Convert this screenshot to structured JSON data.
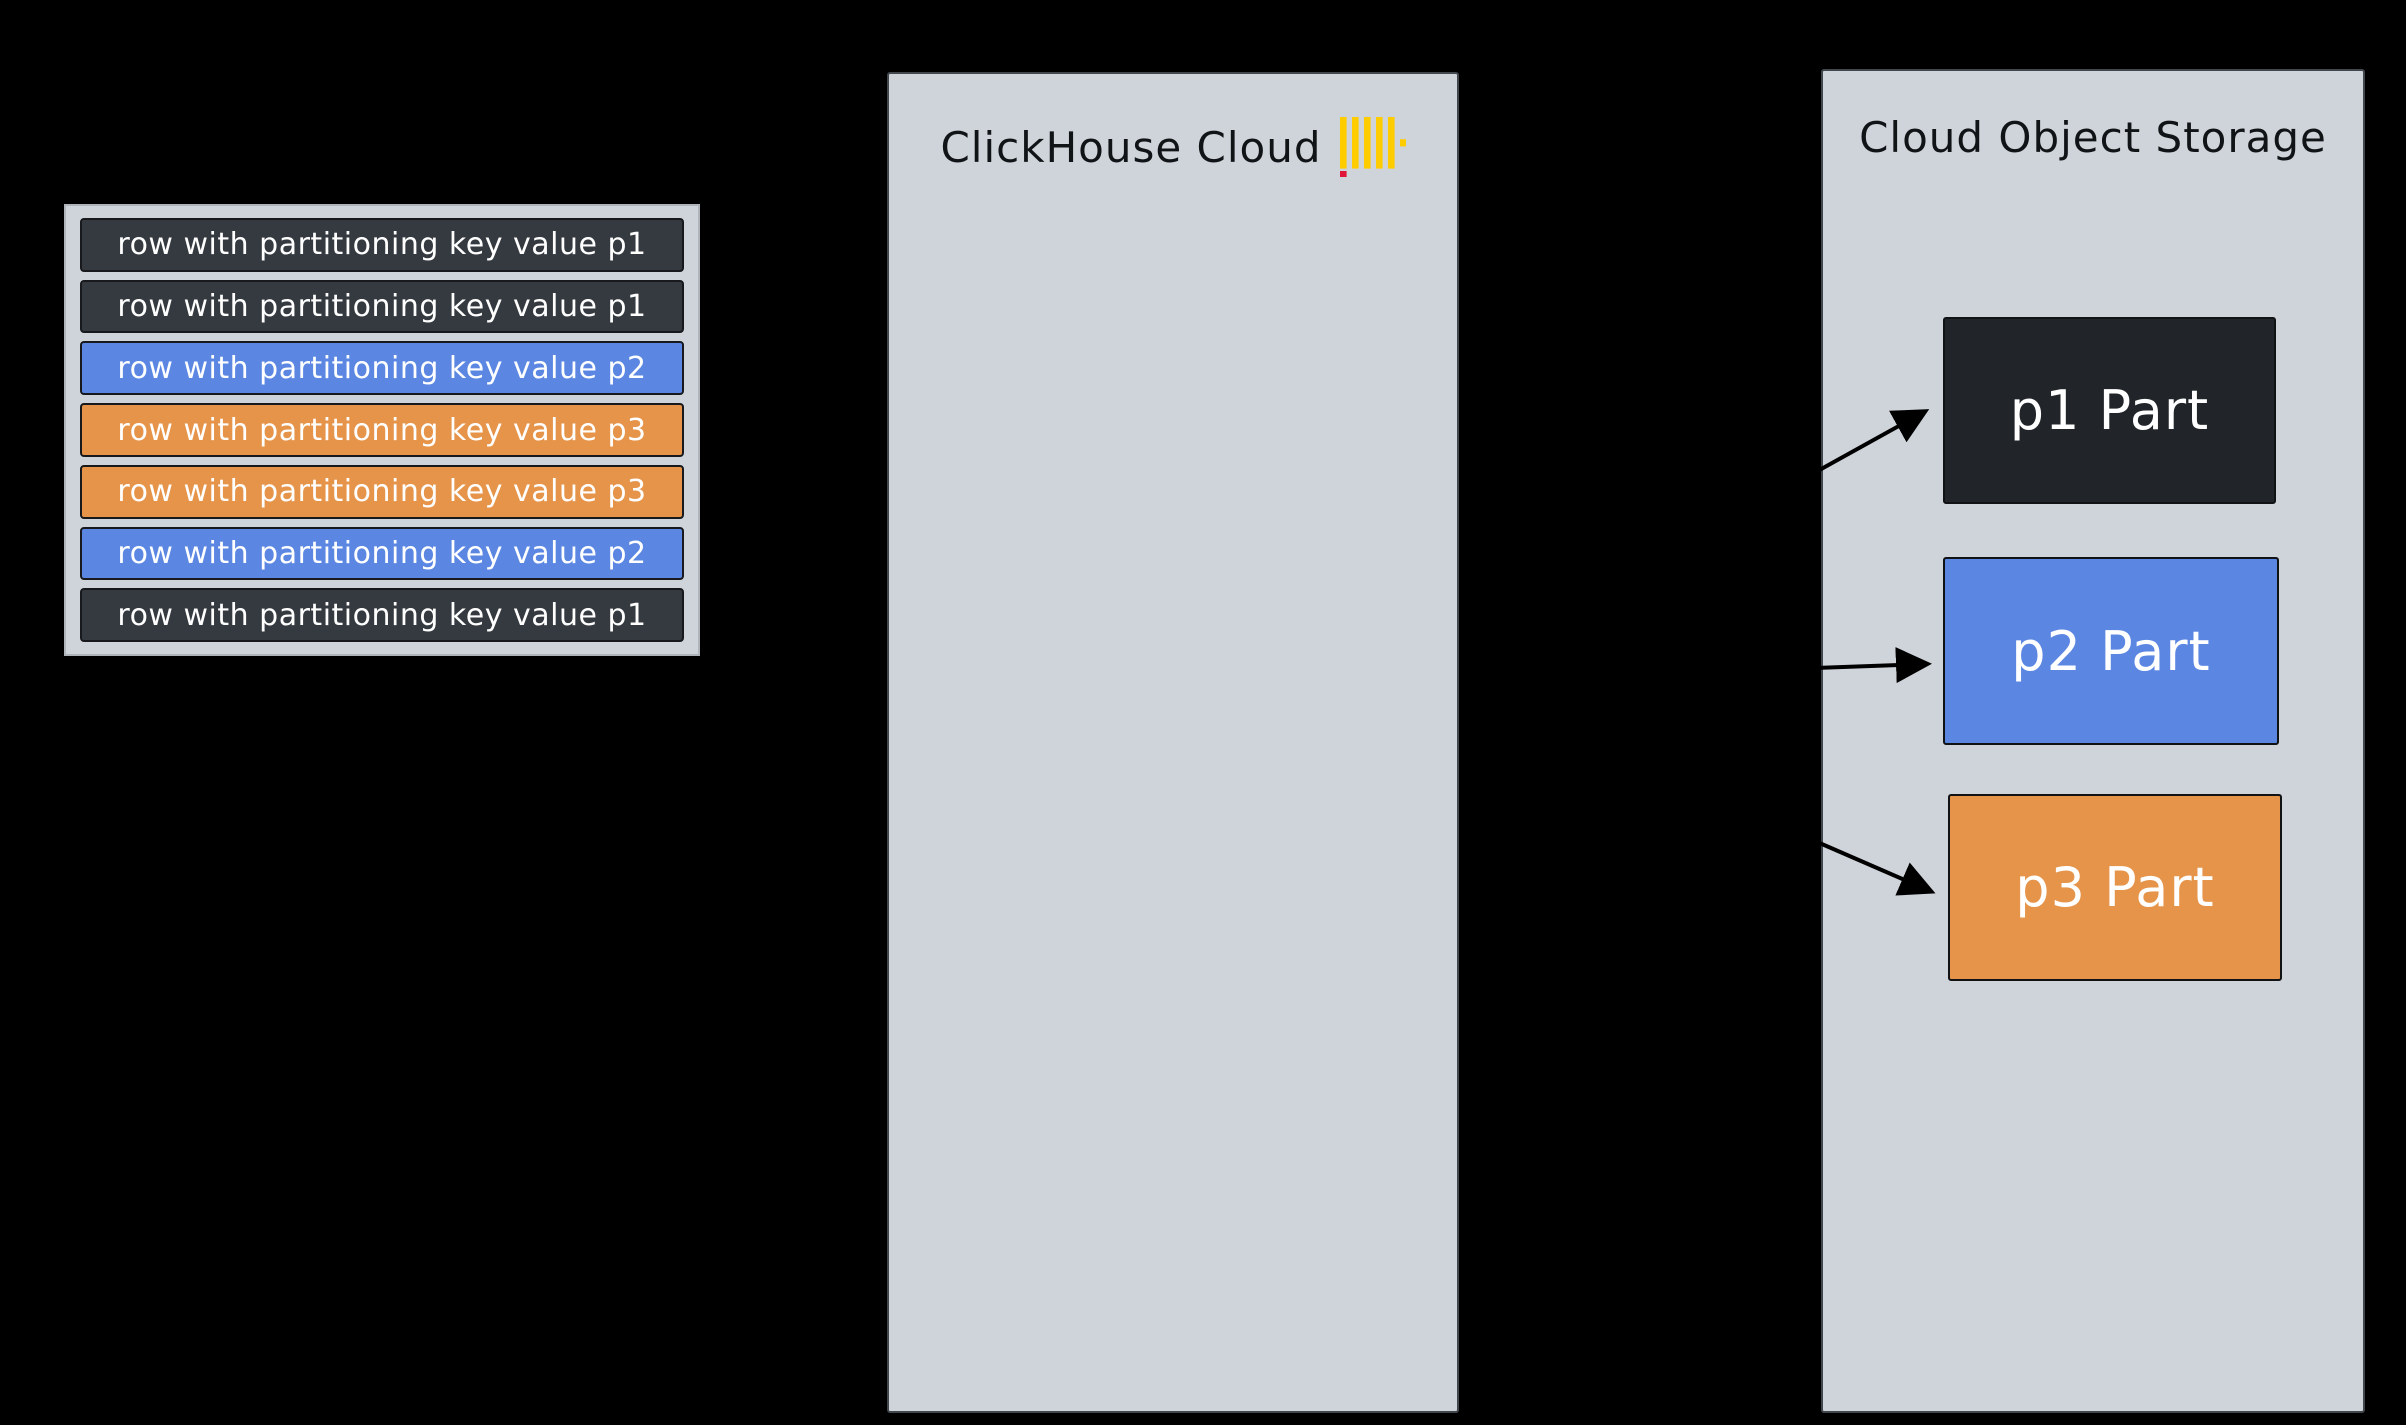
{
  "colors": {
    "background": "#000000",
    "panel": "#cfd4da",
    "row_dark": "#343a40",
    "row_blue": "#5b87e3",
    "row_orange": "#e6944a",
    "part_dark": "#212529",
    "part_blue": "#5b87e3",
    "part_orange": "#e6944a",
    "logo_yellow": "#ffcc00",
    "logo_red": "#e0153a",
    "arrow": "#000000"
  },
  "rows_panel": {
    "rows": [
      {
        "label": "row with partitioning key value p1",
        "color": "row_dark"
      },
      {
        "label": "row with partitioning key value p1",
        "color": "row_dark"
      },
      {
        "label": "row with partitioning key value p2",
        "color": "row_blue"
      },
      {
        "label": "row with partitioning key value p3",
        "color": "row_orange"
      },
      {
        "label": "row with partitioning key value p3",
        "color": "row_orange"
      },
      {
        "label": "row with partitioning key value p2",
        "color": "row_blue"
      },
      {
        "label": "row with partitioning key value p1",
        "color": "row_dark"
      }
    ]
  },
  "clickhouse_panel": {
    "title": "ClickHouse Cloud",
    "logo_icon": "clickhouse-bars-logo"
  },
  "storage_panel": {
    "title": "Cloud Object Storage",
    "parts": [
      {
        "label": "p1 Part",
        "color": "part_dark"
      },
      {
        "label": "p2 Part",
        "color": "part_blue"
      },
      {
        "label": "p3 Part",
        "color": "part_orange"
      }
    ]
  }
}
